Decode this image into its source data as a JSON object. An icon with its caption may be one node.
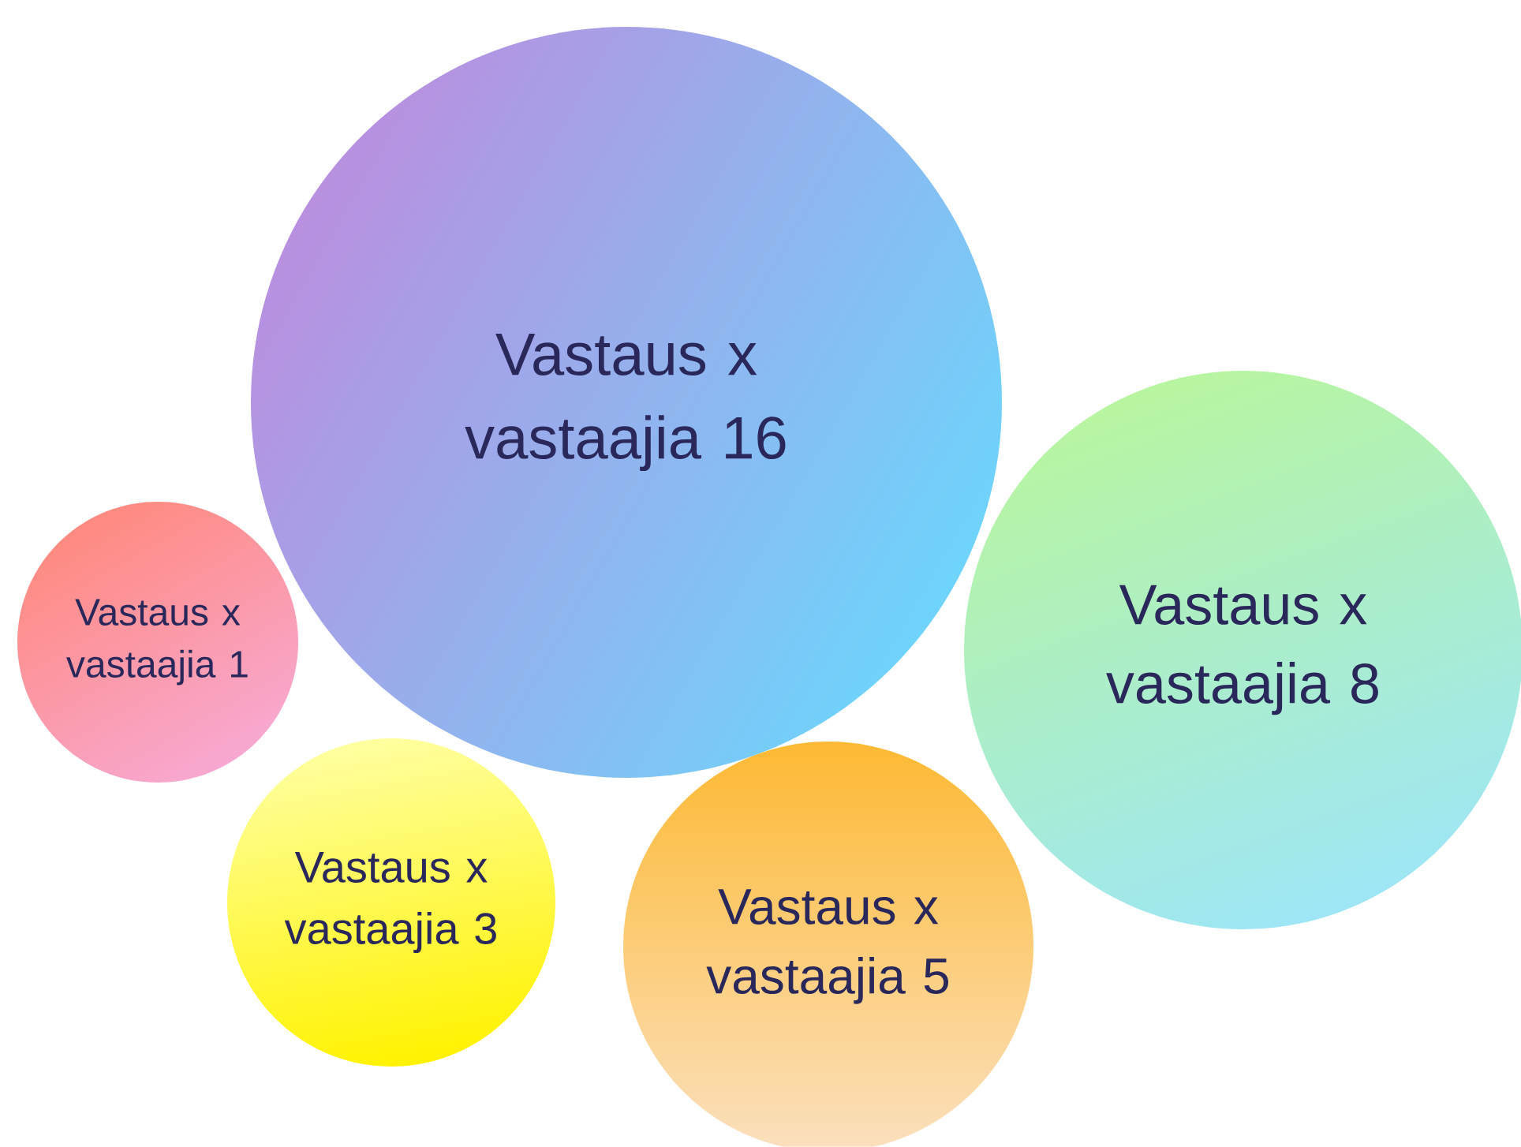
{
  "diagram": {
    "nodes": [
      {
        "text": [
          "Vastaus x vastaajia 16"
        ]
      },
      {
        "text": [
          "Vastaus x vastaajia 1"
        ]
      },
      {
        "text": [
          "Vastaus x vastaajia 8"
        ]
      },
      {
        "text": [
          "Vastaus x vastaajia 3"
        ]
      },
      {
        "text": [
          "Vastaus x vastaajia 5"
        ]
      }
    ]
  }
}
